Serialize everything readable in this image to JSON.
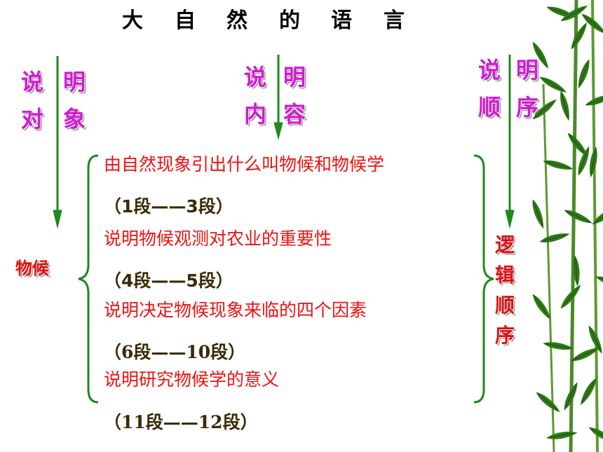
{
  "title_chars": [
    "大",
    "自",
    "然",
    "的",
    "语",
    "言"
  ],
  "left_label": {
    "col1": [
      "说",
      "对"
    ],
    "col2": [
      "明",
      "象"
    ]
  },
  "mid_label": {
    "col1": [
      "说",
      "内"
    ],
    "col2": [
      "明",
      "容"
    ]
  },
  "right_label": {
    "col1": [
      "说",
      "顺"
    ],
    "col2": [
      "明",
      "序"
    ]
  },
  "object": "物候",
  "content_lines": [
    "由自然现象引出什么叫物候和物候学",
    "（1段——3段）",
    "说明物候观测对农业的重要性",
    "（4段——5段）",
    "说明决定物候现象来临的四个因素",
    "（6段——10段）",
    "说明研究物候学的意义",
    "（11段——12段）"
  ],
  "order_chars": [
    "逻",
    "辑",
    "顺",
    "序"
  ],
  "colors": {
    "arrow": "#1d8a1d",
    "wordart_pink": "#d21ad2",
    "text_red": "#ee1111",
    "bamboo": "#2f7a17"
  }
}
